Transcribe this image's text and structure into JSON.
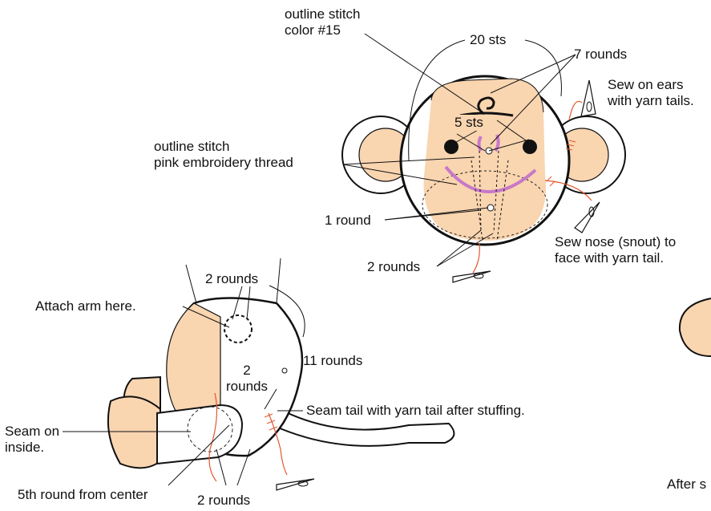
{
  "colors": {
    "skin": "#f9d5b0",
    "outline": "#111111",
    "mouth": "#c878c8",
    "yarn": "#e2582e",
    "background": "#ffffff"
  },
  "labels": {
    "outline_stitch_color": "outline stitch\ncolor #15",
    "twenty_sts": "20 sts",
    "seven_rounds": "7 rounds",
    "sew_on_ears": "Sew on ears\nwith yarn tails.",
    "five_sts": "5 sts",
    "outline_stitch_pink": "outline stitch\npink embroidery thread",
    "one_round": "1 round",
    "two_rounds_face": "2 rounds",
    "sew_nose": "Sew nose (snout) to\nface with yarn tail.",
    "two_rounds_top": "2 rounds",
    "attach_arm": "Attach arm here.",
    "eleven_rounds": "11 rounds",
    "two_rounds_middle": "2\nrounds",
    "seam_tail": "Seam tail with yarn tail after stuffing.",
    "seam_inside": "Seam on\ninside.",
    "fifth_round": "5th round from center",
    "two_rounds_bottom": "2 rounds",
    "after_partial": "After s"
  },
  "icons": [
    "needle-icon",
    "needle-icon",
    "needle-icon",
    "needle-icon"
  ]
}
